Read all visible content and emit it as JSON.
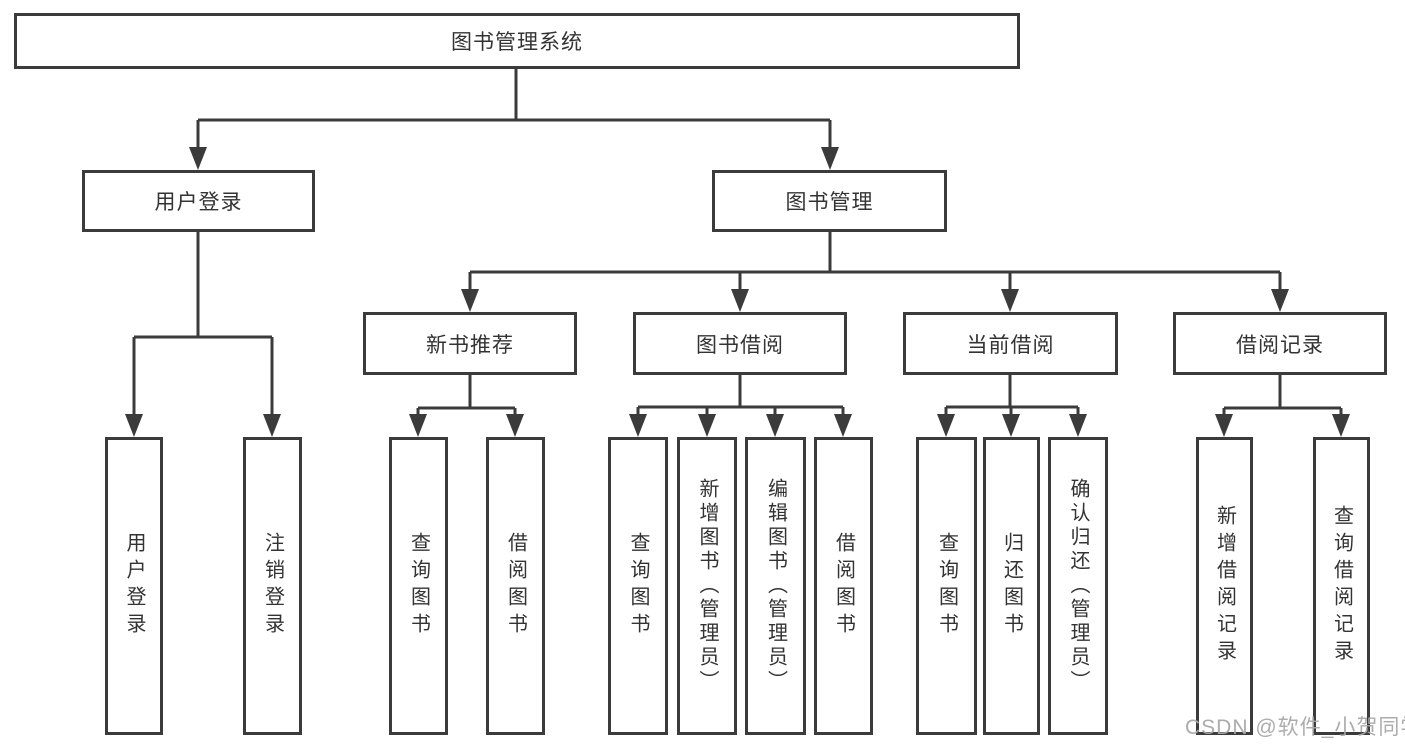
{
  "diagram_title": "图书管理系统",
  "colors": {
    "line": "#3b3b3b",
    "text": "#333333",
    "background": "#ffffff",
    "watermark": "#a8a8a8"
  },
  "nodes": {
    "root": "图书管理系统",
    "level2": {
      "user_login": "用户登录",
      "book_mgmt": "图书管理"
    },
    "user_login_children": [
      "用户登录",
      "注销登录"
    ],
    "book_mgmt_children": [
      "新书推荐",
      "图书借阅",
      "当前借阅",
      "借阅记录"
    ],
    "new_book_rec_children": [
      "查询图书",
      "借阅图书"
    ],
    "book_borrow_children": [
      "查询图书",
      "新增图书（管理员）",
      "编辑图书（管理员）",
      "借阅图书"
    ],
    "current_borrow_children": [
      "查询图书",
      "归还图书",
      "确认归还（管理员）"
    ],
    "borrow_record_children": [
      "新增借阅记录",
      "查询借阅记录"
    ]
  },
  "watermark": "CSDN @软件_小贺同学"
}
